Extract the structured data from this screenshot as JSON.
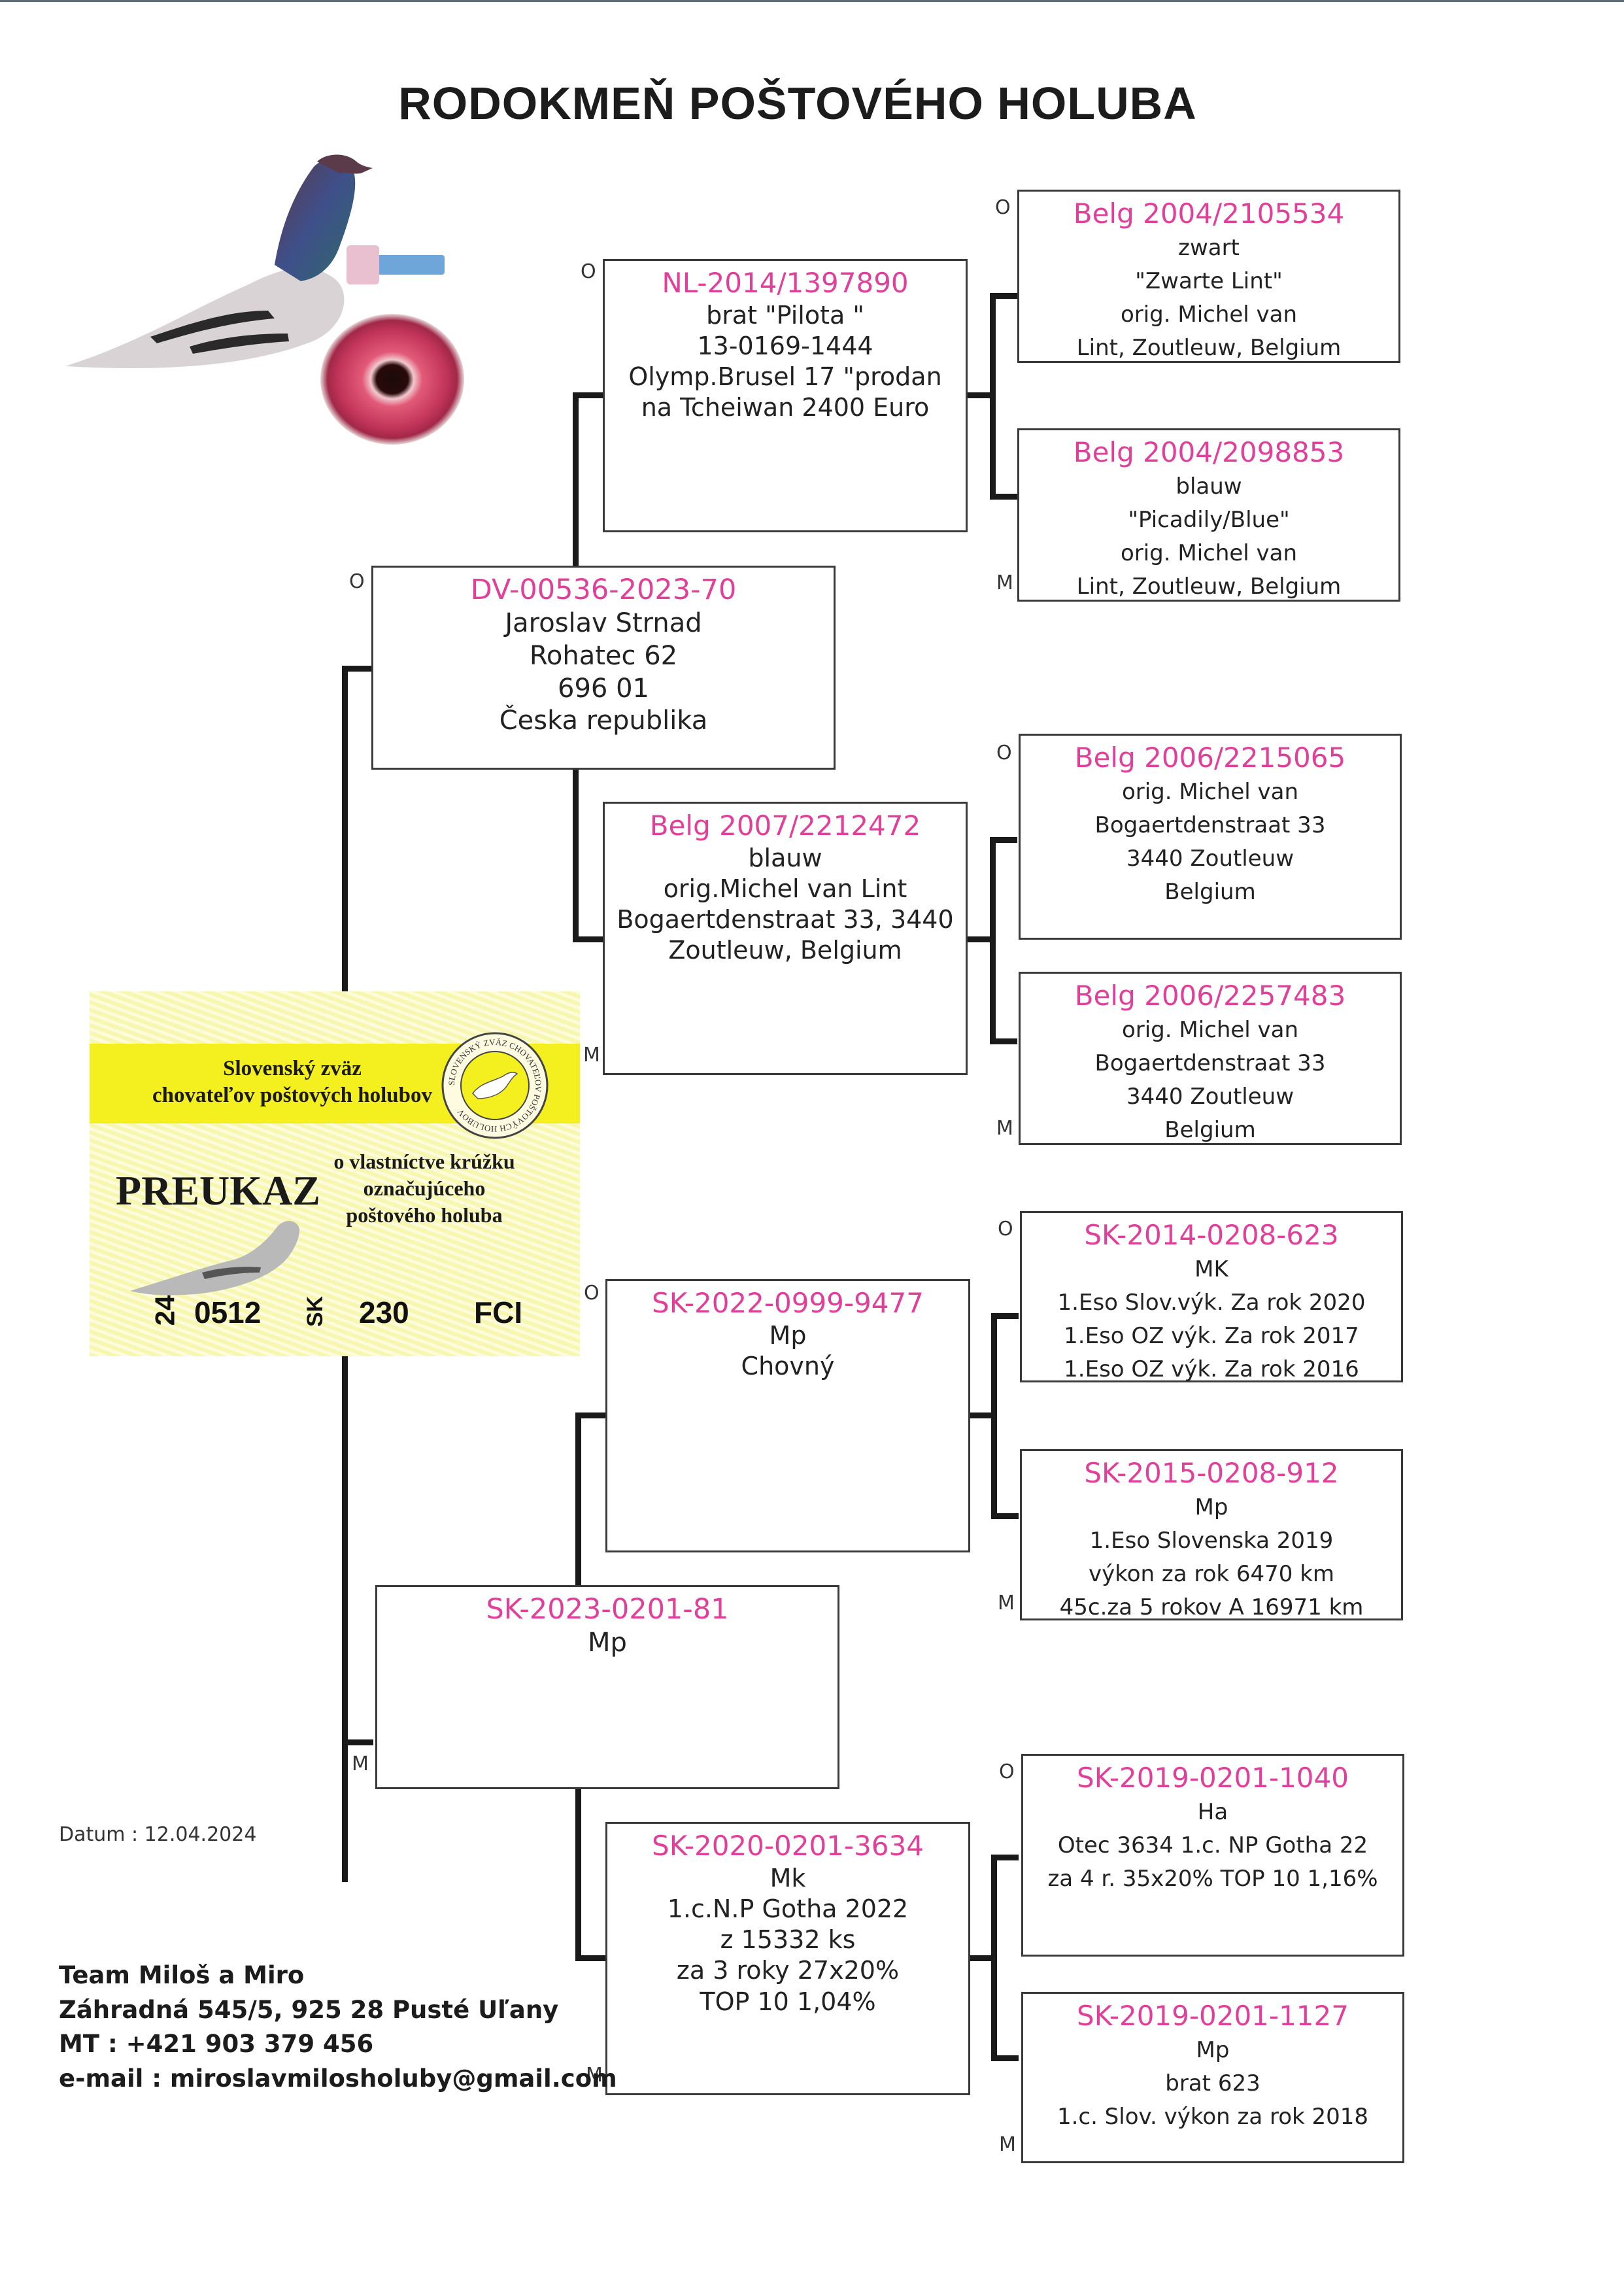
{
  "title": "RODOKMEŇ POŠTOVÉHO HOLUBA",
  "marks": {
    "father": "O",
    "mother": "M"
  },
  "pigeon": {
    "ring": "DV-00536-2023-70",
    "lines": [
      "Jaroslav Strnad",
      "Rohatec 62",
      "696 01",
      "Česka republika"
    ]
  },
  "mother": {
    "ring": "SK-2023-0201-81",
    "lines": [
      "Mp"
    ]
  },
  "ff": {
    "ring": "NL-2014/1397890",
    "lines": [
      "brat \"Pilota \"",
      "13-0169-1444",
      "Olymp.Brusel 17 \"prodan",
      "na Tcheiwan 2400 Euro"
    ]
  },
  "fm": {
    "ring": "Belg 2007/2212472",
    "lines": [
      "blauw",
      "orig.Michel van Lint",
      "Bogaertdenstraat  33, 3440",
      "Zoutleuw, Belgium"
    ]
  },
  "mf": {
    "ring": "SK-2022-0999-9477",
    "lines": [
      "Mp",
      "Chovný"
    ]
  },
  "mm": {
    "ring": "SK-2020-0201-3634",
    "lines": [
      "Mk",
      "1.c.N.P Gotha 2022",
      "z 15332 ks",
      "za 3 roky 27x20%",
      "TOP 10 1,04%"
    ]
  },
  "fff": {
    "ring": "Belg 2004/2105534",
    "lines": [
      "zwart",
      "\"Zwarte Lint\"",
      "orig. Michel van",
      "Lint, Zoutleuw, Belgium"
    ]
  },
  "ffm": {
    "ring": "Belg 2004/2098853",
    "lines": [
      "blauw",
      "\"Picadily/Blue\"",
      "orig. Michel van",
      "Lint, Zoutleuw, Belgium"
    ]
  },
  "fmf": {
    "ring": "Belg 2006/2215065",
    "lines": [
      "orig. Michel van",
      "Bogaertdenstraat 33",
      "3440 Zoutleuw",
      "Belgium"
    ]
  },
  "fmm": {
    "ring": "Belg 2006/2257483",
    "lines": [
      "orig. Michel van",
      "Bogaertdenstraat 33",
      "3440 Zoutleuw",
      "Belgium"
    ]
  },
  "mff": {
    "ring": "SK-2014-0208-623",
    "lines": [
      "MK",
      "1.Eso Slov.výk. Za rok 2020",
      "1.Eso OZ výk. Za rok 2017",
      "1.Eso OZ výk. Za rok 2016"
    ]
  },
  "mfm": {
    "ring": "SK-2015-0208-912",
    "lines": [
      "Mp",
      "1.Eso Slovenska 2019",
      "výkon za rok 6470 km",
      "45c.za 5 rokov A 16971 km"
    ]
  },
  "mmf": {
    "ring": "SK-2019-0201-1040",
    "lines": [
      "Ha",
      "Otec 3634 1.c. NP Gotha 22",
      "za 4 r. 35x20% TOP 10 1,16%"
    ]
  },
  "mmm": {
    "ring": "SK-2019-0201-1127",
    "lines": [
      "Mp",
      "brat 623",
      "1.c. Slov. výkon za rok 2018"
    ]
  },
  "datum": "Datum : 12.04.2024",
  "team": [
    "Team Miloš a Miro",
    "Záhradná 545/5, 925 28 Pusté Uľany",
    "MT : +421 903 379 456",
    "e-mail : miroslavmilosholuby@gmail.com"
  ],
  "card": {
    "org_line1": "Slovenský zväz",
    "org_line2": "chovateľov poštových holubov",
    "logo_text": "SLOVENSKÝ ZVÄZ CHOVATEĽOV POŠTOVÝCH HOLUBOV",
    "preukaz": "PREUKAZ",
    "sub_line1": "o vlastníctve krúžku",
    "sub_line2": "označujúceho",
    "sub_line3": "poštového holuba",
    "year": "24",
    "number": "0512",
    "country": "SK",
    "serial": "230",
    "fci": "FCI"
  },
  "colors": {
    "ring": "#e0409a",
    "lines": "#1a1a1a",
    "card_yellow": "#f4ef1e"
  }
}
